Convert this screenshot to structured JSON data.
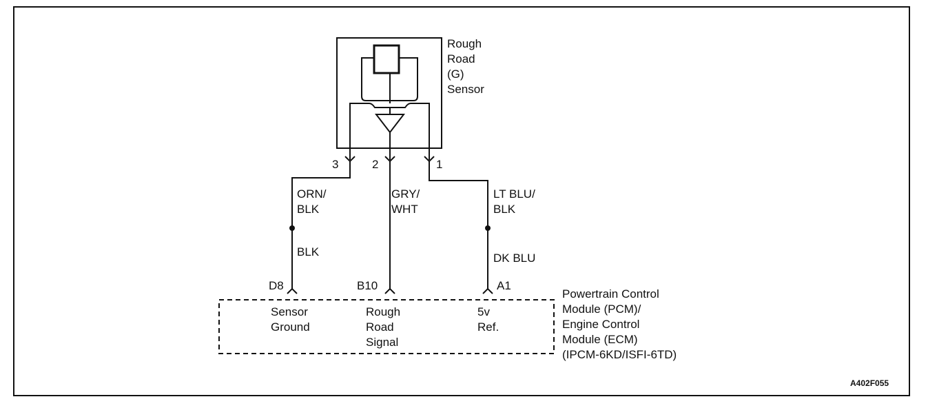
{
  "sensor": {
    "name_lines": [
      "Rough",
      "Road",
      "(G)",
      "Sensor"
    ]
  },
  "sensor_pins": [
    {
      "number": "3",
      "wire_top": [
        "ORN/",
        "BLK"
      ],
      "wire_bottom": "BLK",
      "pcm_pin": "D8",
      "function": [
        "Sensor",
        "Ground"
      ]
    },
    {
      "number": "2",
      "wire_top": [
        "GRY/",
        "WHT"
      ],
      "wire_bottom": "",
      "pcm_pin": "B10",
      "function": [
        "Rough",
        "Road",
        "Signal"
      ]
    },
    {
      "number": "1",
      "wire_top": [
        "LT BLU/",
        "BLK"
      ],
      "wire_bottom": "DK BLU",
      "pcm_pin": "A1",
      "function": [
        "5v",
        "Ref."
      ]
    }
  ],
  "module": {
    "name_lines": [
      "Powertrain Control",
      "Module (PCM)/",
      "Engine Control",
      "Module (ECM)",
      "(IPCM-6KD/ISFI-6TD)"
    ]
  },
  "figure_code": "A402F055"
}
